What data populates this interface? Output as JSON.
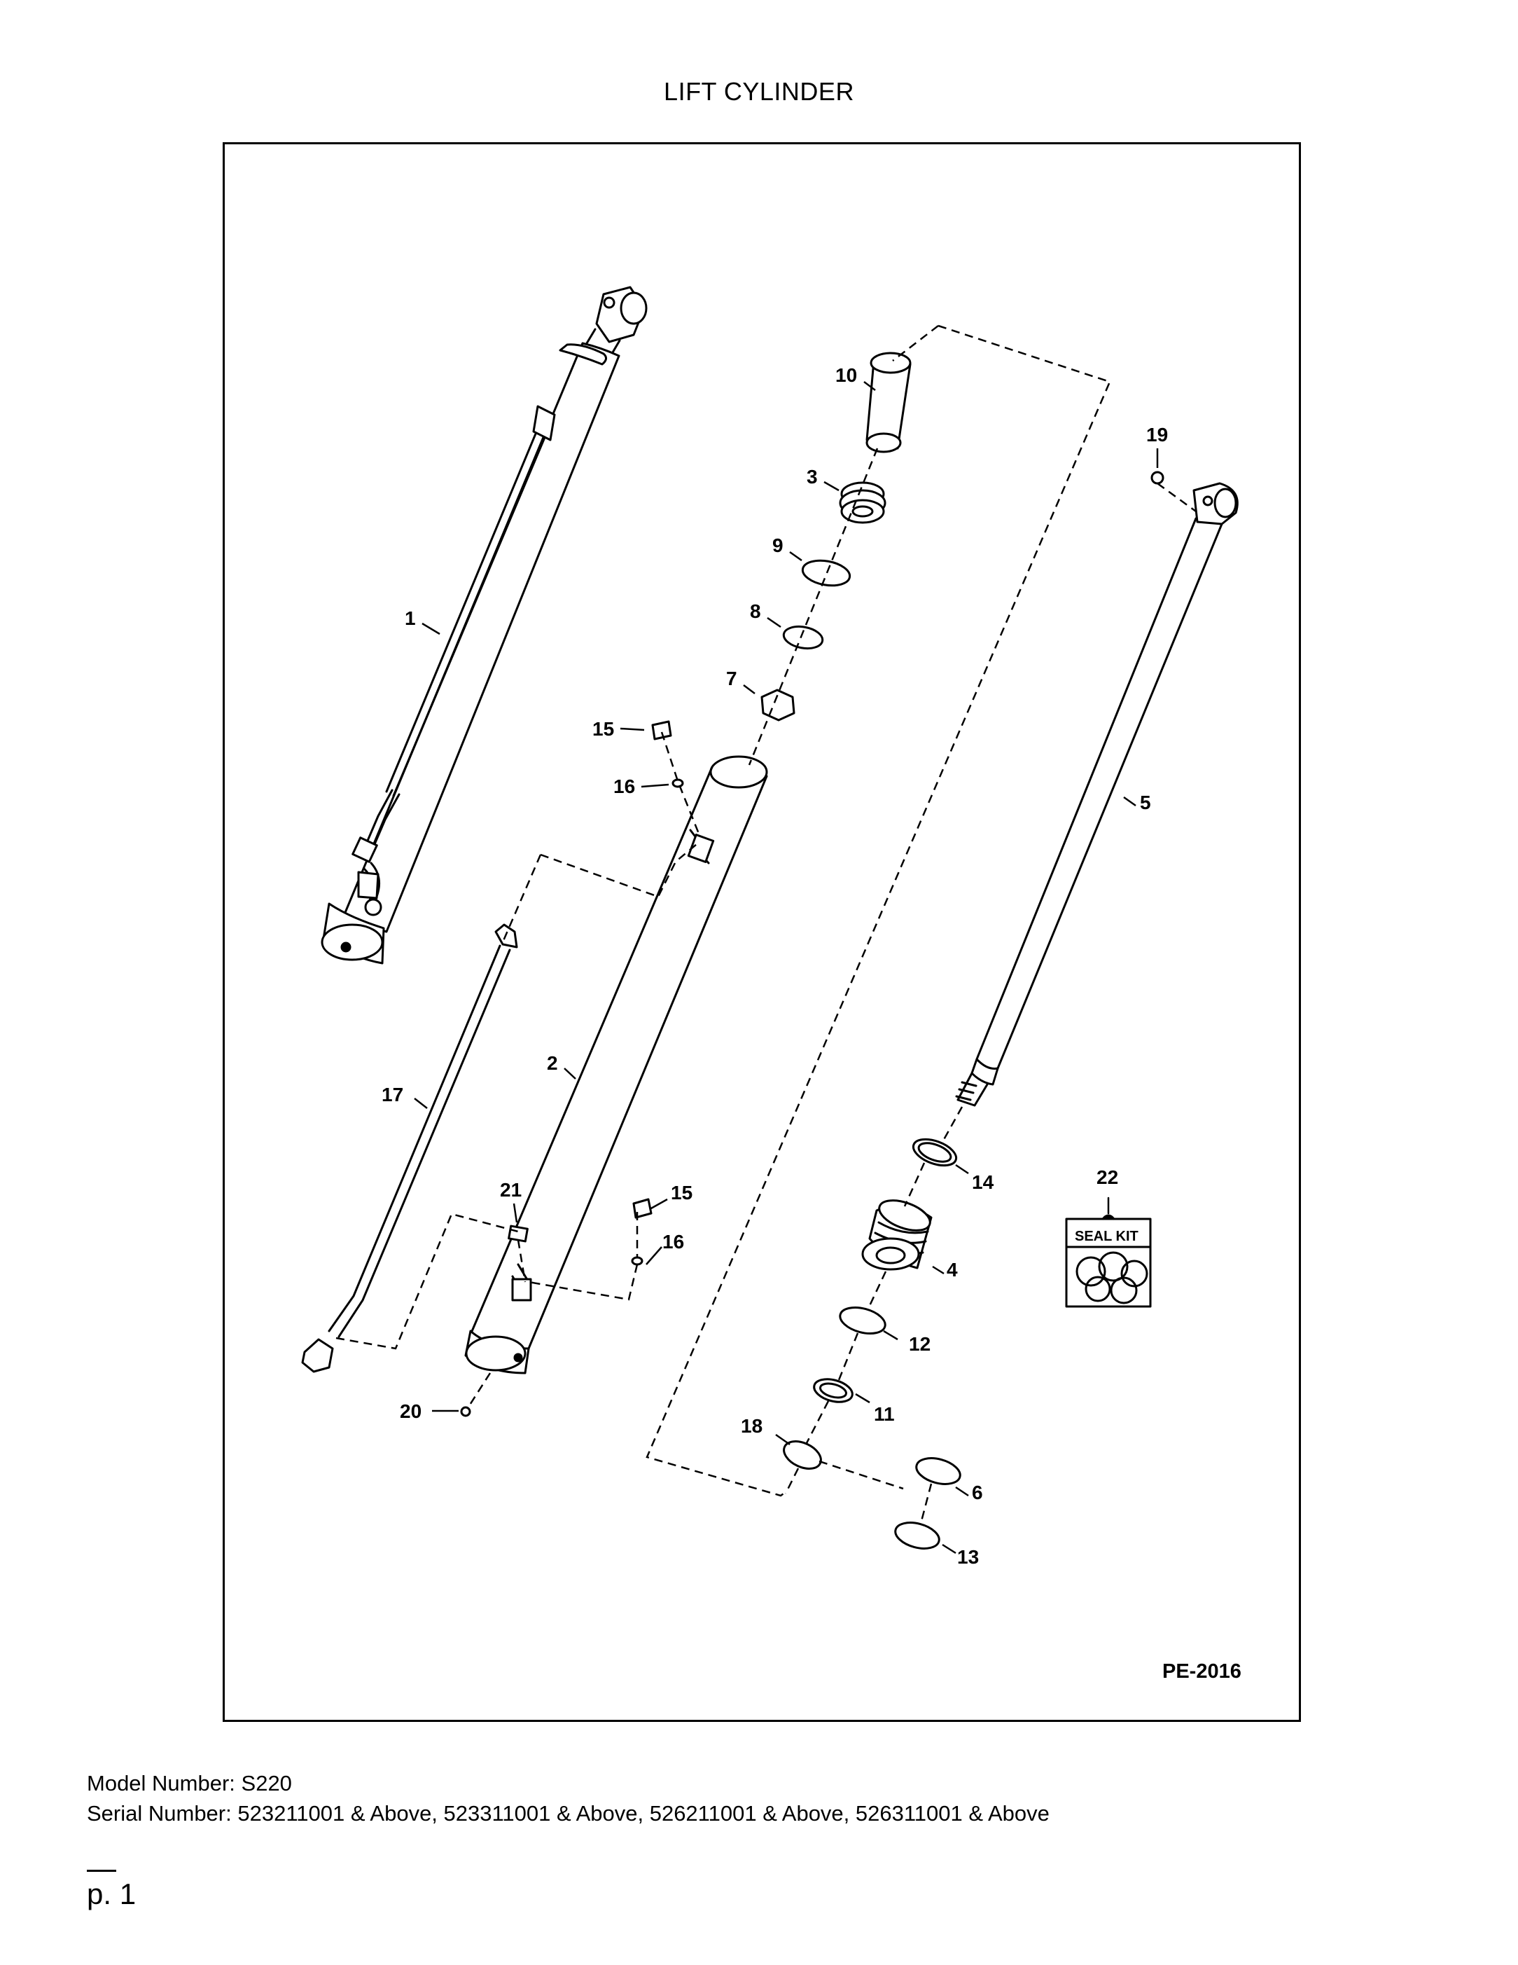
{
  "title": "LIFT CYLINDER",
  "reference_code": "PE-2016",
  "model_line": "Model Number: S220",
  "serial_line": "Serial Number: 523211001 & Above, 523311001 & Above, 526211001 & Above, 526311001 & Above",
  "page_label": "p. 1",
  "seal_kit_label": "SEAL KIT",
  "callouts": {
    "c1": "1",
    "c2": "2",
    "c3": "3",
    "c4": "4",
    "c5": "5",
    "c6": "6",
    "c7": "7",
    "c8": "8",
    "c9": "9",
    "c10": "10",
    "c11": "11",
    "c12": "12",
    "c13": "13",
    "c14": "14",
    "c15a": "15",
    "c15b": "15",
    "c16a": "16",
    "c16b": "16",
    "c17": "17",
    "c18": "18",
    "c19": "19",
    "c20": "20",
    "c21": "21",
    "c22": "22"
  },
  "icons": [
    "cylinder-assembly",
    "barrel",
    "rod",
    "piston",
    "head",
    "o-ring",
    "seal",
    "nut",
    "fitting",
    "tube",
    "seal-kit-bag"
  ]
}
